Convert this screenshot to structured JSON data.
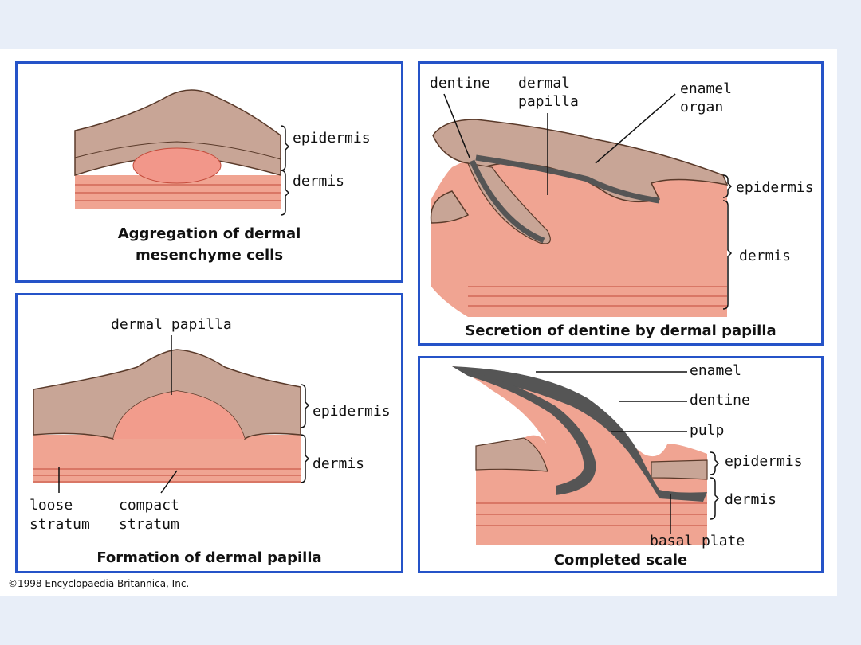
{
  "panels": {
    "aggregation": {
      "title_line1": "Aggregation of dermal",
      "title_line2": "mesenchyme cells",
      "labels": {
        "epidermis": "epidermis",
        "dermis": "dermis"
      }
    },
    "secretion": {
      "title": "Secretion of dentine by dermal papilla",
      "labels": {
        "dentine": "dentine",
        "dermal_papilla_1": "dermal",
        "dermal_papilla_2": "papilla",
        "enamel_organ_1": "enamel",
        "enamel_organ_2": "organ",
        "epidermis": "epidermis",
        "dermis": "dermis"
      }
    },
    "formation": {
      "title": "Formation of dermal papilla",
      "labels": {
        "dermal_papilla": "dermal papilla",
        "epidermis": "epidermis",
        "dermis": "dermis",
        "loose_1": "loose",
        "loose_2": "stratum",
        "compact_1": "compact",
        "compact_2": "stratum"
      }
    },
    "completed": {
      "title": "Completed scale",
      "labels": {
        "enamel": "enamel",
        "dentine": "dentine",
        "pulp": "pulp",
        "epidermis": "epidermis",
        "dermis": "dermis",
        "basal_plate": "basal plate"
      }
    }
  },
  "copyright": "©1998 Encyclopaedia Britannica, Inc.",
  "colors": {
    "border": "#2553c8",
    "epidermis": "#c8a596",
    "dermis": "#f0a492",
    "papilla": "#f7c4b4",
    "dentine": "#555555",
    "background": "#e8eef8"
  }
}
